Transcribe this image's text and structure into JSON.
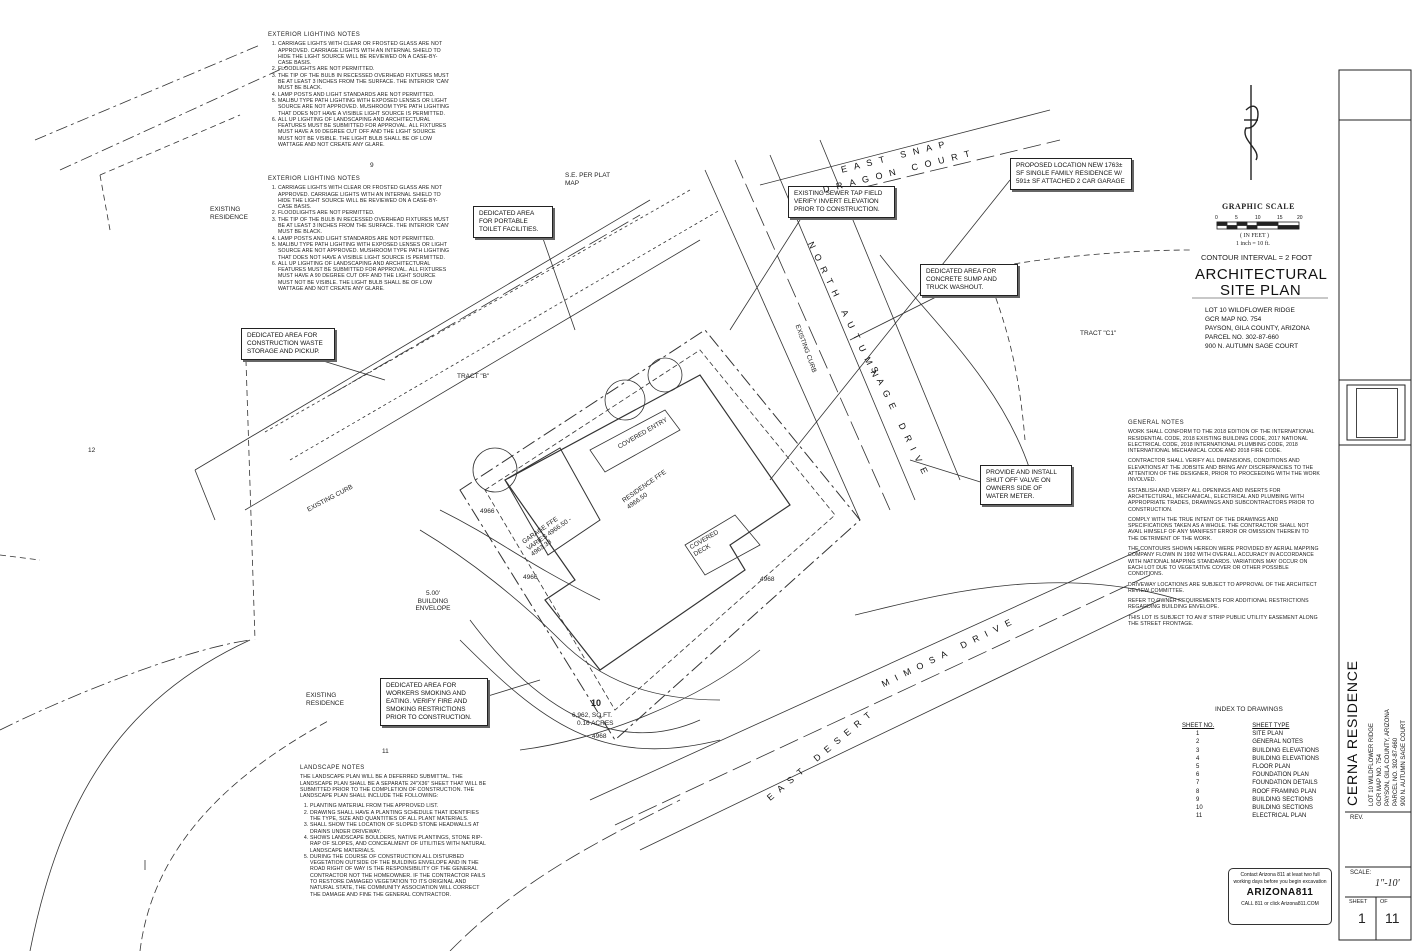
{
  "notes": {
    "exterior_top": {
      "title": "EXTERIOR LIGHTING NOTES",
      "items": [
        "CARRIAGE LIGHTS WITH CLEAR OR FROSTED GLASS ARE NOT APPROVED. CARRIAGE LIGHTS WITH AN INTERNAL SHIELD TO HIDE THE LIGHT SOURCE WILL BE REVIEWED ON A CASE-BY-CASE BASIS.",
        "FLOODLIGHTS ARE NOT PERMITTED.",
        "THE TIP OF THE BULB IN RECESSED OVERHEAD FIXTURES MUST BE AT LEAST 3 INCHES FROM THE SURFACE. THE INTERIOR 'CAN' MUST BE BLACK.",
        "LAMP POSTS AND LIGHT STANDARDS ARE NOT PERMITTED.",
        "MALIBU TYPE PATH LIGHTING WITH EXPOSED LENSES OR LIGHT SOURCE ARE NOT APPROVED. MUSHROOM TYPE PATH LIGHTING THAT DOES NOT HAVE A VISIBLE LIGHT SOURCE IS PERMITTED.",
        "ALL UP LIGHTING OF LANDSCAPING AND ARCHITECTURAL FEATURES MUST BE SUBMITTED FOR APPROVAL. ALL FIXTURES MUST HAVE A 90 DEGREE CUT OFF AND THE LIGHT SOURCE MUST NOT BE VISIBLE. THE LIGHT BULB SHALL BE OF LOW WATTAGE AND NOT CREATE ANY GLARE."
      ]
    },
    "exterior_mid": {
      "title": "EXTERIOR LIGHTING NOTES",
      "number": "9",
      "items": [
        "CARRIAGE LIGHTS WITH CLEAR OR FROSTED GLASS ARE NOT APPROVED. CARRIAGE LIGHTS WITH AN INTERNAL SHIELD TO HIDE THE LIGHT SOURCE WILL BE REVIEWED ON A CASE-BY-CASE BASIS.",
        "FLOODLIGHTS ARE NOT PERMITTED.",
        "THE TIP OF THE BULB IN RECESSED OVERHEAD FIXTURES MUST BE AT LEAST 3 INCHES FROM THE SURFACE. THE INTERIOR 'CAN' MUST BE BLACK.",
        "LAMP POSTS AND LIGHT STANDARDS ARE NOT PERMITTED.",
        "MALIBU TYPE PATH LIGHTING WITH EXPOSED LENSES OR LIGHT SOURCE ARE NOT APPROVED. MUSHROOM TYPE PATH LIGHTING THAT DOES NOT HAVE A VISIBLE LIGHT SOURCE IS PERMITTED.",
        "ALL UP LIGHTING OF LANDSCAPING AND ARCHITECTURAL FEATURES MUST BE SUBMITTED FOR APPROVAL. ALL FIXTURES MUST HAVE A 90 DEGREE CUT OFF AND THE LIGHT SOURCE MUST NOT BE VISIBLE. THE LIGHT BULB SHALL BE OF LOW WATTAGE AND NOT CREATE ANY GLARE."
      ]
    },
    "landscape": {
      "title": "LANDSCAPE NOTES",
      "number": "11",
      "intro": "THE LANDSCAPE PLAN WILL BE A DEFERRED SUBMITTAL. THE LANDSCAPE PLAN SHALL BE A SEPARATE 24\"X36\" SHEET THAT WILL BE SUBMITTED PRIOR TO THE COMPLETION OF CONSTRUCTION. THE LANDSCAPE PLAN SHALL INCLUDE THE FOLLOWING:",
      "items": [
        "PLANTING MATERIAL FROM THE APPROVED LIST.",
        "DRAWING SHALL HAVE A PLANTING SCHEDULE THAT IDENTIFIES THE TYPE, SIZE AND QUANTITIES OF ALL PLANT MATERIALS.",
        "SHALL SHOW THE LOCATION OF SLOPED STONE HEADWALLS AT DRAINS UNDER DRIVEWAY.",
        "SHOWS LANDSCAPE BOULDERS, NATIVE PLANTINGS, STONE RIP-RAP OF SLOPES, AND CONCEALMENT OF UTILITIES WITH NATURAL LANDSCAPE MATERIALS.",
        "DURING THE COURSE OF CONSTRUCTION ALL DISTURBED VEGETATION OUTSIDE OF THE BUILDING ENVELOPE AND IN THE ROAD RIGHT OF WAY IS THE RESPONSIBILITY OF THE GENERAL CONTRACTOR NOT THE HOMEOWNER. IF THE CONTRACTOR FAILS TO RESTORE DAMAGED VEGETATION TO ITS ORIGINAL AND NATURAL STATE, THE COMMUNITY ASSOCIATION WILL CORRECT THE DAMAGE AND FINE THE GENERAL CONTRACTOR."
      ]
    },
    "general": {
      "title": "GENERAL NOTES",
      "paragraphs": [
        "WORK SHALL CONFORM TO THE 2018 EDITION OF THE INTERNATIONAL RESIDENTIAL CODE, 2018 EXISTING BUILDING CODE, 2017 NATIONAL ELECTRICAL CODE, 2018 INTERNATIONAL PLUMBING CODE, 2018 INTERNATIONAL MECHANICAL CODE AND 2018 FIRE CODE.",
        "CONTRACTOR SHALL VERIFY ALL DIMENSIONS, CONDITIONS AND ELEVATIONS AT THE JOBSITE AND BRING ANY DISCREPANCIES TO THE ATTENTION OF THE DESIGNER, PRIOR TO PROCEEDING WITH THE WORK INVOLVED.",
        "ESTABLISH AND VERIFY ALL OPENINGS AND INSERTS FOR ARCHITECTURAL, MECHANICAL, ELECTRICAL AND PLUMBING WITH APPROPRIATE TRADES, DRAWINGS AND SUBCONTRACTORS PRIOR TO CONSTRUCTION.",
        "COMPLY WITH THE TRUE INTENT OF THE DRAWINGS AND SPECIFICATIONS TAKEN AS A WHOLE. THE CONTRACTOR SHALL NOT AVAIL HIMSELF OF ANY MANIFEST ERROR OR OMISSION THEREIN TO THE DETRIMENT OF THE WORK.",
        "THE CONTOURS SHOWN HEREON WERE PROVIDED BY AERIAL MAPPING COMPANY FLOWN IN 1992 WITH OVERALL ACCURACY IN ACCORDANCE WITH NATIONAL MAPPING STANDARDS. VARIATIONS MAY OCCUR ON EACH LOT DUE TO VEGETATIVE COVER OR OTHER POSSIBLE CONDITIONS.",
        "DRIVEWAY LOCATIONS ARE SUBJECT TO APPROVAL OF THE ARCHITECT REVIEW COMMITTEE.",
        "REFER TO OWNER REQUIREMENTS FOR ADDITIONAL RESTRICTIONS REGARDING BUILDING ENVELOPE.",
        "THIS LOT IS SUBJECT TO AN 8' STRIP PUBLIC UTILITY EASEMENT ALONG THE STREET FRONTAGE."
      ]
    }
  },
  "callouts": {
    "toilet": "DEDICATED AREA FOR PORTABLE TOILET FACILITIES.",
    "waste": "DEDICATED AREA FOR CONSTRUCTION WASTE STORAGE AND PICKUP.",
    "sewer": "EXISTING SEWER TAP FIELD VERIFY INVERT ELEVATION PRIOR TO CONSTRUCTION.",
    "proposed": "PROPOSED LOCATION NEW 1763± SF SINGLE FAMILY RESIDENCE W/ 591± SF ATTACHED 2 CAR GARAGE",
    "sump": "DEDICATED AREA FOR CONCRETE SUMP AND TRUCK WASHOUT.",
    "valve": "PROVIDE AND INSTALL SHUT OFF VALVE ON OWNERS SIDE OF WATER METER.",
    "smoking": "DEDICATED AREA FOR WORKERS SMOKING AND EATING. VERIFY FIRE AND SMOKING RESTRICTIONS PRIOR TO CONSTRUCTION."
  },
  "labels": {
    "existing_res_1": "EXISTING RESIDENCE",
    "existing_res_2": "EXISTING RESIDENCE",
    "se_plat": "S.E. PER PLAT MAP",
    "tract_b": "TRACT \"B\"",
    "tract_c1": "TRACT \"C1\"",
    "existing_curb_1": "EXISTING CURB",
    "existing_curb_2": "EXISTING CURB",
    "envelope": "5.00' BUILDING ENVELOPE",
    "lot_num": "10",
    "lot_area": "6,962, SQ.FT.",
    "lot_acres": "0.16 ACRES",
    "lot12": "12",
    "residence": "RESIDENCE FFE 4966.50",
    "garage": "GARAGE FFE VARIES 4966.50 - 4963.33",
    "covered_entry": "COVERED ENTRY",
    "covered_patio": "COVERED DECK",
    "c4966a": "4966",
    "c4966b": "4966",
    "c4968": "4968",
    "c4968b": "4968"
  },
  "streets": {
    "east_snap": "EAST SNAP",
    "dragon_court": "DRAGON COURT",
    "north_autumn": "NORTH AUTUMN",
    "sage_drive": "SAGE DRIVE",
    "mimosa": "MIMOSA DRIVE",
    "east_desert": "EAST DESERT"
  },
  "scale": {
    "title": "GRAPHIC SCALE",
    "ticks": [
      "0",
      "5",
      "10",
      "15",
      "20"
    ],
    "unit": "( IN FEET )",
    "ratio": "1 inch = 10 ft.",
    "contour": "CONTOUR INTERVAL = 2 FOOT"
  },
  "title_block": {
    "plan_title_1": "ARCHITECTURAL",
    "plan_title_2": "SITE PLAN",
    "lot_lines": [
      "LOT 10 WILDFLOWER RIDGE",
      "GCR MAP NO. 754",
      "PAYSON, GILA COUNTY, ARIZONA",
      "PARCEL NO. 302-87-660",
      "900 N. AUTUMN SAGE COURT"
    ],
    "project": "CERNA RESIDENCE",
    "project_lines": [
      "LOT 10 WILDFLOWER RIDGE",
      "GCR MAP NO. 754",
      "PAYSON, GILA COUNTY, ARIZONA",
      "PARCEL NO. 302-87-660",
      "900 N. AUTUMN SAGE COURT"
    ],
    "rev": "REV.",
    "scale_label": "SCALE:",
    "scale_value": "1\"-10'",
    "sheet_label": "SHEET",
    "of_label": "OF",
    "sheet_no": "1",
    "sheet_total": "11"
  },
  "index": {
    "title": "INDEX TO DRAWINGS",
    "col1": "SHEET NO.",
    "col2": "SHEET TYPE",
    "rows": [
      [
        "1",
        "SITE PLAN"
      ],
      [
        "2",
        "GENERAL NOTES"
      ],
      [
        "3",
        "BUILDING ELEVATIONS"
      ],
      [
        "4",
        "BUILDING ELEVATIONS"
      ],
      [
        "5",
        "FLOOR PLAN"
      ],
      [
        "6",
        "FOUNDATION PLAN"
      ],
      [
        "7",
        "FOUNDATION DETAILS"
      ],
      [
        "8",
        "ROOF FRAMING PLAN"
      ],
      [
        "9",
        "BUILDING SECTIONS"
      ],
      [
        "10",
        "BUILDING SECTIONS"
      ],
      [
        "11",
        "ELECTRICAL PLAN"
      ]
    ]
  },
  "az811": {
    "line1": "Contact Arizona 811 at least two full",
    "line2": "working days before you begin excavation",
    "logo": "ARIZONA811",
    "line3": "CALL 811 or click Arizona811.COM"
  }
}
